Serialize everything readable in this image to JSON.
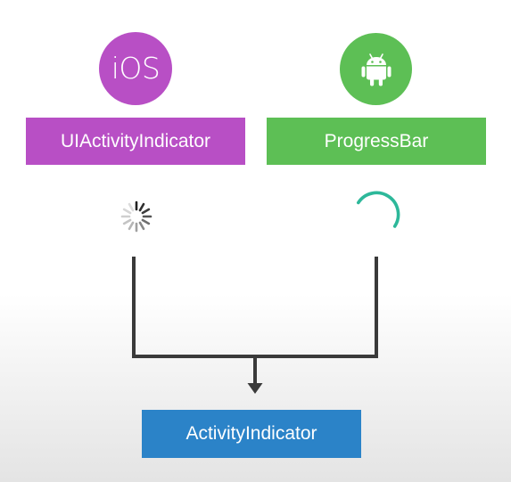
{
  "ios": {
    "logo_text": "iOS",
    "label": "UIActivityIndicator",
    "color": "#b84fc5",
    "icon": "apple-ios-logo"
  },
  "android": {
    "label": "ProgressBar",
    "color": "#5dbf55",
    "icon": "android-robot-icon"
  },
  "result": {
    "label": "ActivityIndicator",
    "color": "#2b83c8"
  },
  "connector_color": "#3a3a3a"
}
